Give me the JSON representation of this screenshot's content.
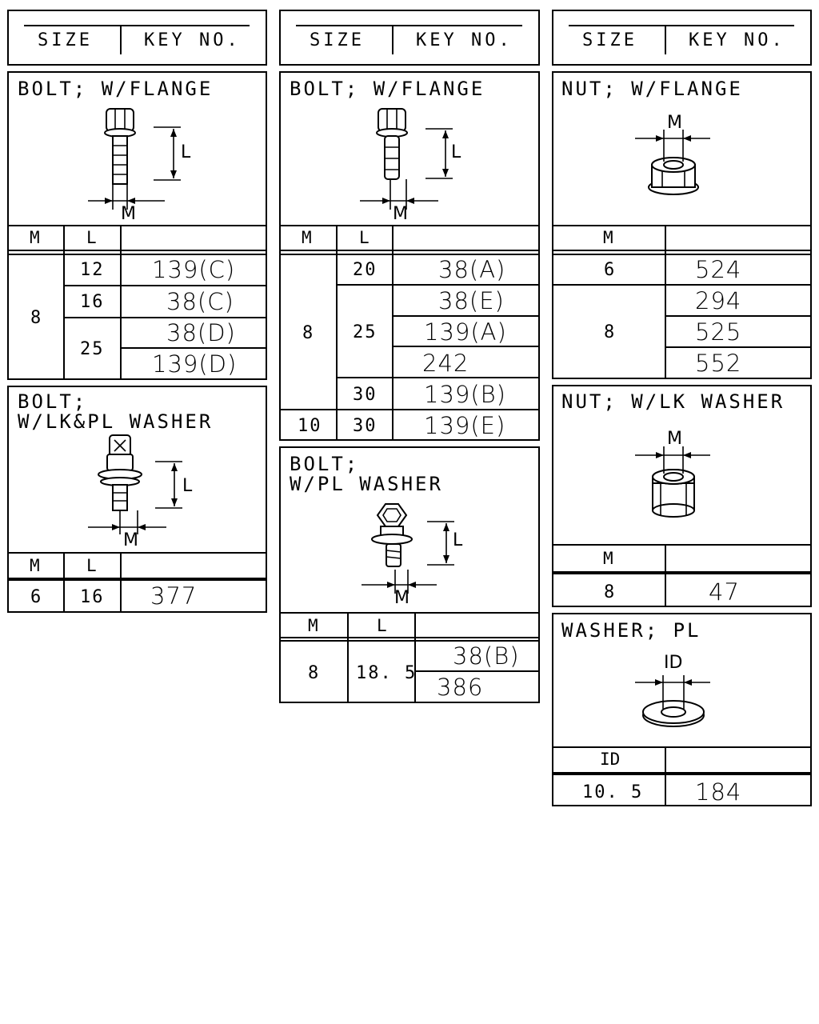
{
  "header": {
    "size_label": "SIZE",
    "key_label": "KEY NO."
  },
  "cols": {
    "m": "M",
    "l": "L",
    "id": "ID"
  },
  "dims": {
    "l": "L",
    "m": "M",
    "id": "ID"
  },
  "panels": {
    "bolt_flange_a": {
      "title": "BOLT; W/FLANGE",
      "m": "8",
      "rows": [
        {
          "l": "12",
          "keys": [
            "139(C)"
          ]
        },
        {
          "l": "16",
          "keys": [
            "38(C)"
          ]
        },
        {
          "l": "25",
          "keys": [
            "38(D)",
            "139(D)"
          ]
        }
      ]
    },
    "bolt_lkpl": {
      "title_1": "BOLT;",
      "title_2": "W/LK&PL WASHER",
      "m": "6",
      "l": "16",
      "key": "377"
    },
    "bolt_flange_b": {
      "title": "BOLT; W/FLANGE",
      "m8": "8",
      "rows": [
        {
          "l": "20",
          "keys": [
            "38(A)"
          ]
        },
        {
          "l": "25",
          "keys": [
            "38(E)",
            "139(A)",
            "242"
          ]
        },
        {
          "l": "30",
          "keys": [
            "139(B)"
          ]
        }
      ],
      "row10": {
        "m": "10",
        "l": "30",
        "key": "139(E)"
      }
    },
    "bolt_pl": {
      "title_1": "BOLT;",
      "title_2": "W/PL WASHER",
      "m": "8",
      "l": "18. 5",
      "keys": [
        "38(B)",
        "386"
      ]
    },
    "nut_flange": {
      "title": "NUT; W/FLANGE",
      "rows": [
        {
          "m": "6",
          "keys": [
            "524"
          ]
        },
        {
          "m": "8",
          "keys": [
            "294",
            "525",
            "552"
          ]
        }
      ]
    },
    "nut_lk": {
      "title": "NUT; W/LK WASHER",
      "m": "8",
      "key": "47"
    },
    "washer_pl": {
      "title": "WASHER; PL",
      "id": "10. 5",
      "key": "184"
    }
  }
}
